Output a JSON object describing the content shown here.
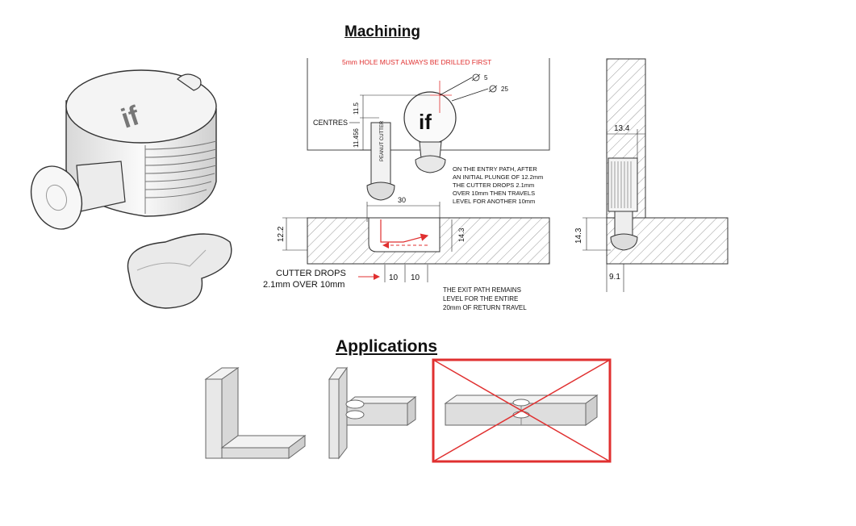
{
  "headings": {
    "machining": "Machining",
    "applications": "Applications"
  },
  "logo_text": "if",
  "notes": {
    "drill_first": "5mm HOLE MUST ALWAYS BE DRILLED FIRST",
    "centres": "CENTRES",
    "cutter_label": "PEANUT CUTTER",
    "entry_path": [
      "ON THE ENTRY PATH, AFTER",
      "AN INITIAL PLUNGE OF 12.2mm",
      "THE CUTTER DROPS 2.1mm",
      "OVER 10mm THEN TRAVELS",
      "LEVEL FOR ANOTHER 10mm"
    ],
    "cutter_drops": [
      "CUTTER DROPS",
      "2.1mm OVER 10mm"
    ],
    "exit_path": [
      "THE EXIT PATH REMAINS",
      "LEVEL FOR THE ENTIRE",
      "20mm OF RETURN TRAVEL"
    ]
  },
  "dimensions": {
    "dia_small": "5",
    "dia_large": "25",
    "dim_11_5": "11.5",
    "dim_11_456": "11.456",
    "dim_30": "30",
    "dim_12_2": "12.2",
    "dim_14_3": "14.3",
    "dim_10a": "10",
    "dim_10b": "10",
    "side_13_4": "13.4",
    "side_14_3": "14.3",
    "side_9_1": "9.1"
  },
  "applications": [
    {
      "name": "L-corner joint",
      "allowed": true
    },
    {
      "name": "T-joint",
      "allowed": true
    },
    {
      "name": "inline flat joint",
      "allowed": false
    }
  ],
  "colors": {
    "accent_red": "#e03030",
    "line": "#222222",
    "hatch": "#9a9a9a",
    "panel_fill": "#e4e4e4"
  }
}
